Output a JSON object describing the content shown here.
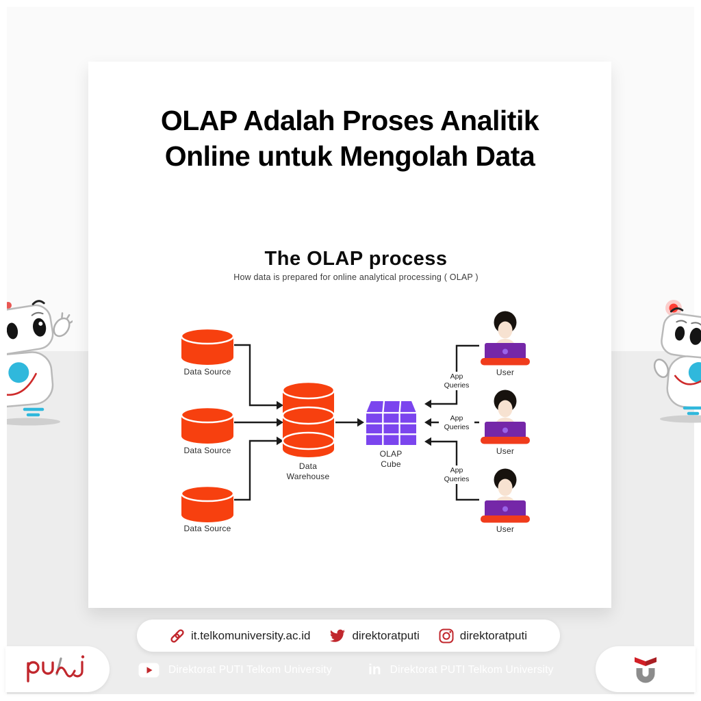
{
  "heading": {
    "red": "OLAP Adalah",
    "dark1": " Proses Analitik",
    "line2": "Online untuk Mengolah Data"
  },
  "diagram": {
    "title": "The OLAP process",
    "subtitle": "How data is prepared for online analytical processing ( OLAP )",
    "source1": "Data Source",
    "source2": "Data Source",
    "source3": "Data Source",
    "warehouse_line1": "Data",
    "warehouse_line2": "Warehouse",
    "cube_line1": "OLAP",
    "cube_line2": "Cube",
    "user1": "User",
    "user2": "User",
    "user3": "User",
    "app_query_line1": "App",
    "app_query_line2": "Queries"
  },
  "links": {
    "website": "it.telkomuniversity.ac.id",
    "twitter": "direktoratputi",
    "instagram": "direktoratputi"
  },
  "bar": {
    "youtube": "Direktorat PUTI Telkom University",
    "linkedin_icon_text": "in",
    "linkedin": "Direktorat PUTI Telkom University"
  },
  "colors": {
    "accent_red": "#C1272D",
    "bar_red": "#C2272B",
    "heading_dark": "#2B3140",
    "orange": "#F7400F",
    "desk_orange": "#F03C1C",
    "cube_purple": "#7B45EE",
    "laptop_purple": "#7527A8",
    "laptop_dot": "#9A63E8",
    "cyan": "#30B8DC",
    "skin": "#F7E2D1",
    "hair": "#17120E",
    "arrow_dark": "#1B1B1B"
  }
}
